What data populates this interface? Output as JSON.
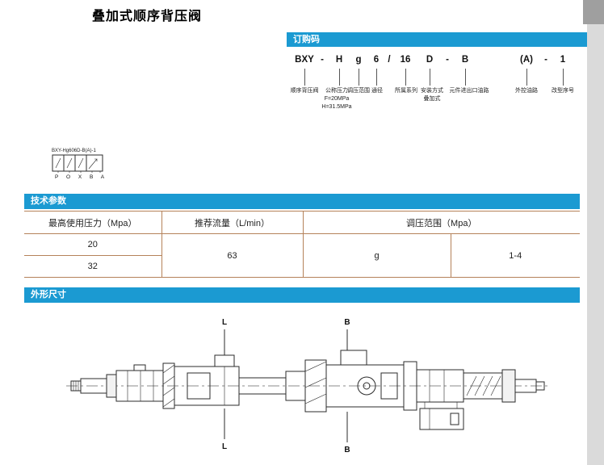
{
  "page": {
    "title": "叠加式顺序背压阀"
  },
  "order_code": {
    "header": "订购码",
    "tokens": [
      "BXY",
      "-",
      "H",
      "g",
      "6",
      "/",
      "16",
      "D",
      "-",
      "B",
      "(A)",
      "-",
      "1"
    ],
    "labels": [
      "顺序背压阀",
      "公称压力\nF=20MPa\nH=31.5MPa",
      "调压范围",
      "通径",
      "所属系列",
      "安装方式\n叠加式",
      "元件进出口油路",
      "外控油路",
      "改型序号"
    ]
  },
  "symbol": {
    "caption": "BXY-Hg606D-B(A)-1",
    "ports": "P O X B A"
  },
  "tech_params": {
    "header": "技术参数",
    "columns": [
      "最高使用压力（Mpa）",
      "推荐流量（L/min）",
      "调压范围（Mpa）"
    ],
    "max_pressure_rows": [
      "20",
      "32"
    ],
    "flow": "63",
    "grade": "g",
    "range": "1-4"
  },
  "dimensions": {
    "header": "外形尺寸",
    "label_l": "L",
    "label_b": "B"
  },
  "colors": {
    "accent": "#1b9ad2",
    "table_line": "#b5825a"
  }
}
